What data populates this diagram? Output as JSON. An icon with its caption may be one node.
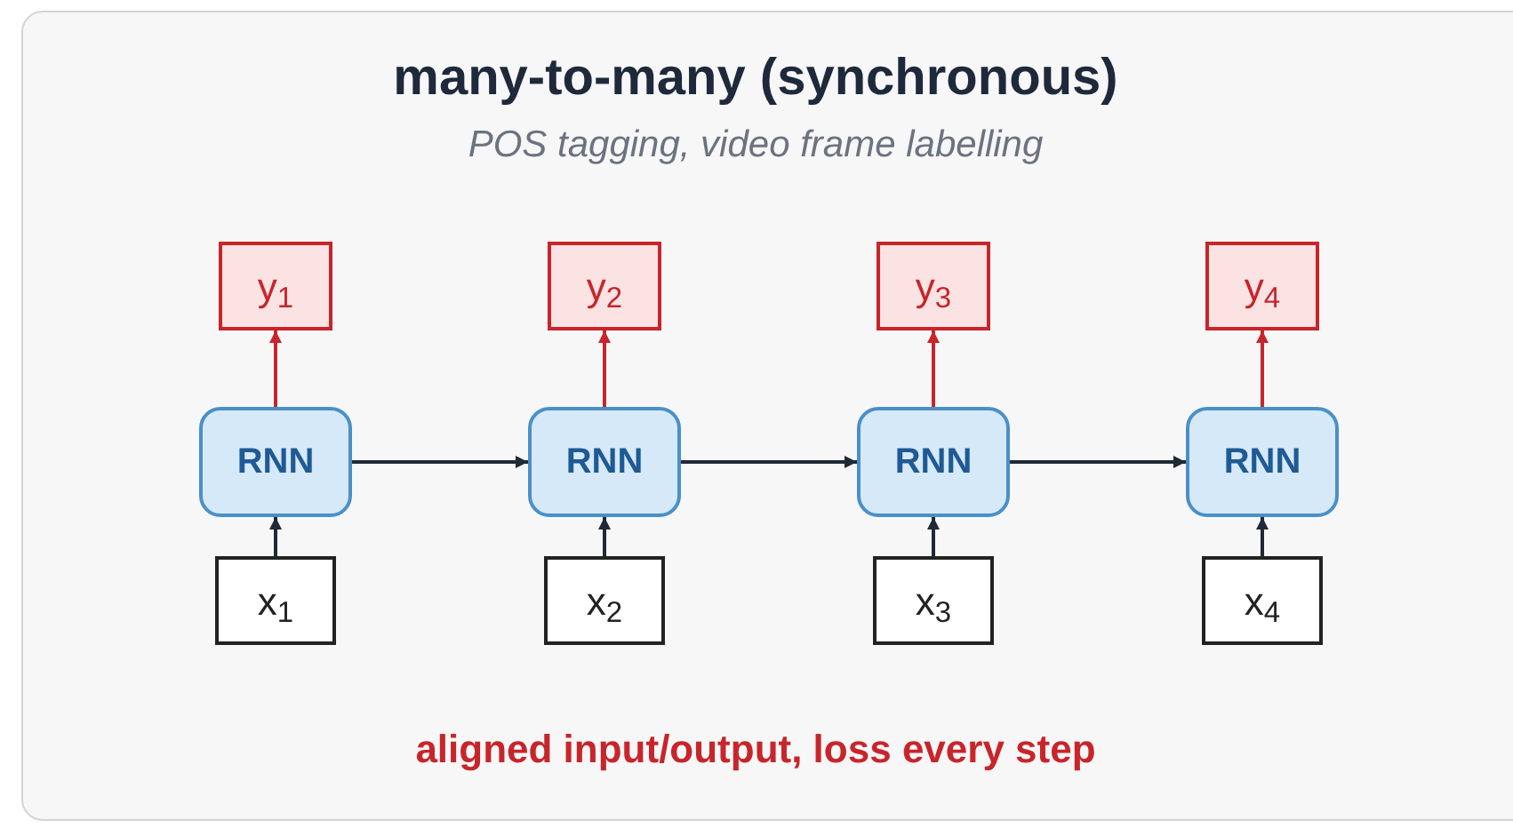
{
  "diagram": {
    "title": "many-to-many (synchronous)",
    "caption": "aligned input/output, loss every step",
    "labels": [
      "POS tagging, video frame labelling"
    ],
    "nodes": [
      {
        "text": [
          "y$_{1}$"
        ]
      },
      {
        "text": [
          "y$_{2}$"
        ]
      },
      {
        "text": [
          "y$_{3}$"
        ]
      },
      {
        "text": [
          "y$_{4}$"
        ]
      },
      {
        "text": [
          "RNN"
        ]
      },
      {
        "text": [
          "RNN"
        ]
      },
      {
        "text": [
          "RNN"
        ]
      },
      {
        "text": [
          "RNN"
        ]
      },
      {
        "text": [
          "x$_{1}$"
        ]
      },
      {
        "text": [
          "x$_{2}$"
        ]
      },
      {
        "text": [
          "x$_{3}$"
        ]
      },
      {
        "text": [
          "x$_{4}$"
        ]
      }
    ],
    "edges": [
      {
        "from": 8,
        "to": 4,
        "arrow": "to"
      },
      {
        "from": 4,
        "to": 0,
        "arrow": "to",
        "color": "#c8252b"
      },
      {
        "from": 9,
        "to": 5,
        "arrow": "to"
      },
      {
        "from": 5,
        "to": 1,
        "arrow": "to",
        "color": "#c8252b"
      },
      {
        "from": 10,
        "to": 6,
        "arrow": "to"
      },
      {
        "from": 6,
        "to": 2,
        "arrow": "to",
        "color": "#c8252b"
      },
      {
        "from": 11,
        "to": 7,
        "arrow": "to"
      },
      {
        "from": 7,
        "to": 3,
        "arrow": "to",
        "color": "#c8252b"
      },
      {
        "from": 4,
        "to": 5,
        "arrow": "to"
      },
      {
        "from": 5,
        "to": 6,
        "arrow": "to"
      },
      {
        "from": 6,
        "to": 7,
        "arrow": "to"
      }
    ]
  }
}
